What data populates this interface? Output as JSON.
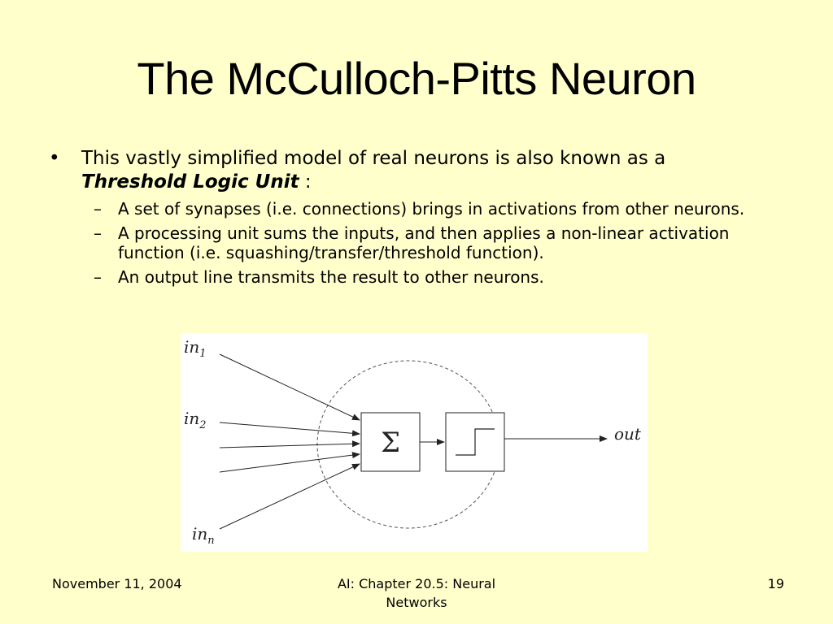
{
  "slide": {
    "title": "The McCulloch-Pitts Neuron",
    "bullet": {
      "text": "This vastly simplified model of real neurons is also known as a",
      "emphasis": "Threshold Logic Unit",
      "suffix": " :"
    },
    "subbullets": [
      "A set of synapses (i.e. connections) brings in activations from other neurons.",
      "A processing unit sums the inputs, and then applies a non-linear activation function (i.e. squashing/transfer/threshold function).",
      "An output line transmits the result to other neurons."
    ]
  },
  "diagram": {
    "inputs": [
      {
        "label": "in",
        "sub": "1"
      },
      {
        "label": "in",
        "sub": "2"
      },
      {
        "label": "in",
        "sub": "n"
      }
    ],
    "sum_symbol": "Σ",
    "output_label": "out"
  },
  "footer": {
    "date": "November 11, 2004",
    "title_line1": "AI: Chapter 20.5: Neural",
    "title_line2": "Networks",
    "page": "19"
  }
}
